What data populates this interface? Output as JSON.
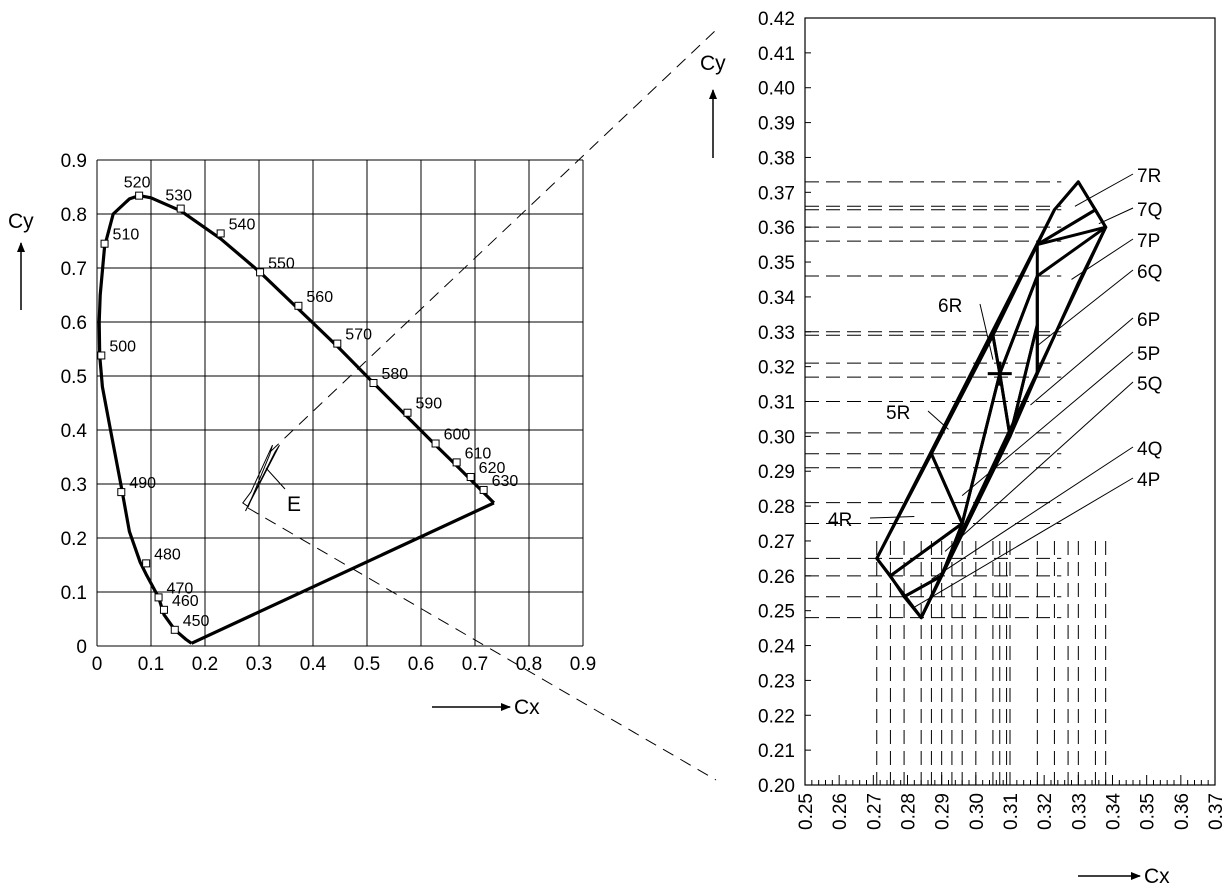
{
  "chart_data": [
    {
      "type": "line",
      "xlabel": "Cx",
      "ylabel": "Cy",
      "xlim": [
        0,
        0.9
      ],
      "ylim": [
        0,
        0.9
      ],
      "xticks": [
        "0",
        "0.1",
        "0.2",
        "0.3",
        "0.4",
        "0.5",
        "0.6",
        "0.7",
        "0.8",
        "0.9"
      ],
      "yticks": [
        "0",
        "0.1",
        "0.2",
        "0.3",
        "0.4",
        "0.5",
        "0.6",
        "0.7",
        "0.8",
        "0.9"
      ],
      "grid": true,
      "annotations": [
        "E"
      ],
      "series": [
        {
          "spectral_locus": [
            [
              0.175,
              0.005
            ],
            [
              0.165,
              0.012
            ],
            [
              0.144,
              0.03
            ],
            [
              0.124,
              0.058
            ],
            [
              0.114,
              0.09
            ],
            [
              0.091,
              0.133
            ],
            [
              0.08,
              0.155
            ],
            [
              0.06,
              0.212
            ],
            [
              0.045,
              0.295
            ],
            [
              0.025,
              0.4
            ],
            [
              0.01,
              0.48
            ],
            [
              0.005,
              0.538
            ],
            [
              0.004,
              0.6
            ],
            [
              0.006,
              0.65
            ],
            [
              0.014,
              0.74
            ],
            [
              0.03,
              0.8
            ],
            [
              0.06,
              0.828
            ],
            [
              0.078,
              0.834
            ],
            [
              0.1,
              0.83
            ],
            [
              0.155,
              0.806
            ],
            [
              0.229,
              0.754
            ],
            [
              0.302,
              0.692
            ],
            [
              0.373,
              0.624
            ],
            [
              0.445,
              0.555
            ],
            [
              0.512,
              0.487
            ],
            [
              0.575,
              0.424
            ],
            [
              0.627,
              0.372
            ],
            [
              0.666,
              0.334
            ],
            [
              0.692,
              0.308
            ],
            [
              0.716,
              0.284
            ],
            [
              0.735,
              0.265
            ]
          ],
          "purple_line": [
            [
              0.735,
              0.265
            ],
            [
              0.175,
              0.005
            ]
          ],
          "wavelength_marks": [
            {
              "label": "450",
              "x": 0.144,
              "y": 0.03
            },
            {
              "label": "460",
              "x": 0.124,
              "y": 0.067
            },
            {
              "label": "470",
              "x": 0.114,
              "y": 0.09
            },
            {
              "label": "480",
              "x": 0.091,
              "y": 0.153
            },
            {
              "label": "490",
              "x": 0.045,
              "y": 0.285
            },
            {
              "label": "500",
              "x": 0.008,
              "y": 0.538
            },
            {
              "label": "510",
              "x": 0.014,
              "y": 0.745
            },
            {
              "label": "520",
              "x": 0.078,
              "y": 0.834
            },
            {
              "label": "530",
              "x": 0.155,
              "y": 0.81
            },
            {
              "label": "540",
              "x": 0.229,
              "y": 0.764
            },
            {
              "label": "550",
              "x": 0.302,
              "y": 0.692
            },
            {
              "label": "560",
              "x": 0.373,
              "y": 0.63
            },
            {
              "label": "570",
              "x": 0.445,
              "y": 0.56
            },
            {
              "label": "580",
              "x": 0.512,
              "y": 0.487
            },
            {
              "label": "590",
              "x": 0.575,
              "y": 0.432
            },
            {
              "label": "600",
              "x": 0.627,
              "y": 0.375
            },
            {
              "label": "610",
              "x": 0.666,
              "y": 0.34
            },
            {
              "label": "620",
              "x": 0.692,
              "y": 0.313
            },
            {
              "label": "630",
              "x": 0.716,
              "y": 0.289
            }
          ],
          "region_E": [
            [
              [
                0.27,
                0.265
              ],
              [
                0.285,
                0.285
              ],
              [
                0.325,
                0.372
              ],
              [
                0.32,
                0.355
              ],
              [
                0.28,
                0.258
              ]
            ],
            [
              [
                0.282,
                0.265
              ],
              [
                0.33,
                0.36
              ],
              [
                0.338,
                0.372
              ],
              [
                0.275,
                0.25
              ]
            ]
          ]
        }
      ]
    },
    {
      "type": "line",
      "xlabel": "Cx",
      "ylabel": "Cy",
      "xlim": [
        0.25,
        0.37
      ],
      "ylim": [
        0.2,
        0.42
      ],
      "xticks": [
        "0.25",
        "0.26",
        "0.27",
        "0.28",
        "0.29",
        "0.30",
        "0.31",
        "0.32",
        "0.33",
        "0.34",
        "0.35",
        "0.36",
        "0.37"
      ],
      "yticks": [
        "0.20",
        "0.21",
        "0.22",
        "0.23",
        "0.24",
        "0.25",
        "0.26",
        "0.27",
        "0.28",
        "0.29",
        "0.30",
        "0.31",
        "0.32",
        "0.33",
        "0.34",
        "0.35",
        "0.36",
        "0.37",
        "0.38",
        "0.39",
        "0.40",
        "0.41",
        "0.42"
      ],
      "grid": false,
      "series": [
        {
          "color_bins": [
            {
              "label": "4R",
              "points": [
                [
                  0.271,
                  0.265
                ],
                [
                  0.287,
                  0.295
                ],
                [
                  0.296,
                  0.275
                ],
                [
                  0.275,
                  0.26
                ]
              ]
            },
            {
              "label": "4Q",
              "points": [
                [
                  0.275,
                  0.26
                ],
                [
                  0.296,
                  0.275
                ],
                [
                  0.29,
                  0.26
                ],
                [
                  0.279,
                  0.254
                ]
              ]
            },
            {
              "label": "4P",
              "points": [
                [
                  0.279,
                  0.254
                ],
                [
                  0.29,
                  0.26
                ],
                [
                  0.284,
                  0.248
                ]
              ]
            },
            {
              "label": "5R",
              "points": [
                [
                  0.287,
                  0.295
                ],
                [
                  0.305,
                  0.329
                ],
                [
                  0.307,
                  0.318
                ],
                [
                  0.296,
                  0.275
                ]
              ]
            },
            {
              "label": "5P",
              "points": [
                [
                  0.296,
                  0.275
                ],
                [
                  0.307,
                  0.318
                ],
                [
                  0.31,
                  0.3
                ],
                [
                  0.29,
                  0.26
                ]
              ]
            },
            {
              "label": "5Q",
              "points": [
                [
                  0.29,
                  0.26
                ],
                [
                  0.31,
                  0.3
                ],
                [
                  0.3,
                  0.28
                ],
                [
                  0.284,
                  0.248
                ]
              ]
            },
            {
              "label": "6R",
              "points": [
                [
                  0.305,
                  0.329
                ],
                [
                  0.318,
                  0.355
                ],
                [
                  0.318,
                  0.346
                ],
                [
                  0.307,
                  0.318
                ]
              ]
            },
            {
              "label": "6Q",
              "points": [
                [
                  0.307,
                  0.318
                ],
                [
                  0.318,
                  0.346
                ],
                [
                  0.318,
                  0.332
                ],
                [
                  0.31,
                  0.3
                ]
              ]
            },
            {
              "label": "6P",
              "points": [
                [
                  0.31,
                  0.3
                ],
                [
                  0.318,
                  0.332
                ],
                [
                  0.318,
                  0.318
                ]
              ]
            },
            {
              "label": "7R",
              "points": [
                [
                  0.318,
                  0.355
                ],
                [
                  0.323,
                  0.365
                ],
                [
                  0.33,
                  0.373
                ],
                [
                  0.335,
                  0.365
                ]
              ]
            },
            {
              "label": "7Q",
              "points": [
                [
                  0.318,
                  0.355
                ],
                [
                  0.335,
                  0.365
                ],
                [
                  0.338,
                  0.36
                ]
              ]
            },
            {
              "label": "7P",
              "points": [
                [
                  0.318,
                  0.346
                ],
                [
                  0.338,
                  0.36
                ],
                [
                  0.33,
                  0.344
                ],
                [
                  0.318,
                  0.318
                ]
              ]
            }
          ],
          "outline": [
            [
              0.271,
              0.265
            ],
            [
              0.323,
              0.365
            ],
            [
              0.33,
              0.373
            ],
            [
              0.338,
              0.36
            ],
            [
              0.284,
              0.248
            ],
            [
              0.271,
              0.265
            ]
          ],
          "cross_point": [
            0.307,
            0.318
          ],
          "y_guides": [
            0.248,
            0.254,
            0.26,
            0.265,
            0.275,
            0.281,
            0.291,
            0.295,
            0.301,
            0.31,
            0.317,
            0.321,
            0.329,
            0.33,
            0.346,
            0.356,
            0.36,
            0.365,
            0.366,
            0.373
          ],
          "x_guides": [
            0.271,
            0.275,
            0.279,
            0.284,
            0.287,
            0.29,
            0.293,
            0.296,
            0.3,
            0.305,
            0.307,
            0.309,
            0.31,
            0.318,
            0.323,
            0.327,
            0.33,
            0.335,
            0.338
          ]
        }
      ]
    }
  ]
}
